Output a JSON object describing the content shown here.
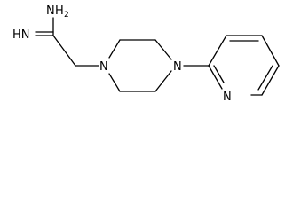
{
  "structure": {
    "atoms": {
      "amine": {
        "symbol": "N",
        "hydrogens": "H",
        "count": "2"
      },
      "imine": {
        "symbol": "HN"
      },
      "piperazine_n1": {
        "symbol": "N"
      },
      "piperazine_n4": {
        "symbol": "N"
      },
      "pyridine_n": {
        "symbol": "N"
      }
    }
  }
}
